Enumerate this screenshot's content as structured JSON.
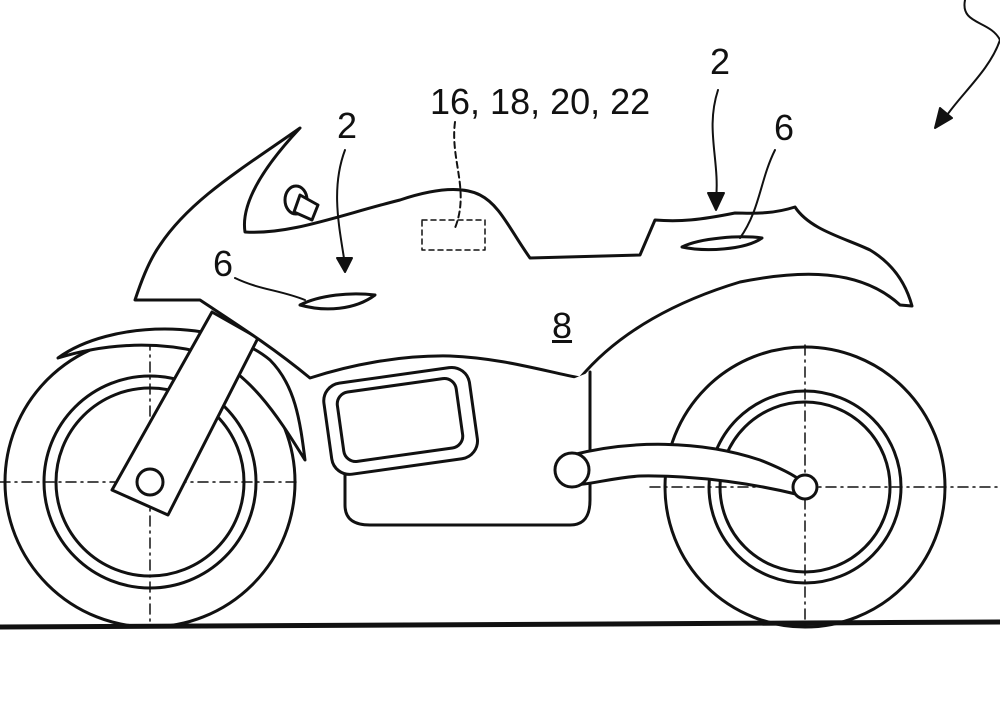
{
  "labels": {
    "front_ref_2": "2",
    "front_ref_6": "6",
    "sensor_refs": "16, 18, 20, 22",
    "rear_ref_2": "2",
    "rear_ref_6": "6",
    "body_ref_8": "8"
  },
  "colors": {
    "ink": "#111111",
    "background": "#ffffff"
  }
}
